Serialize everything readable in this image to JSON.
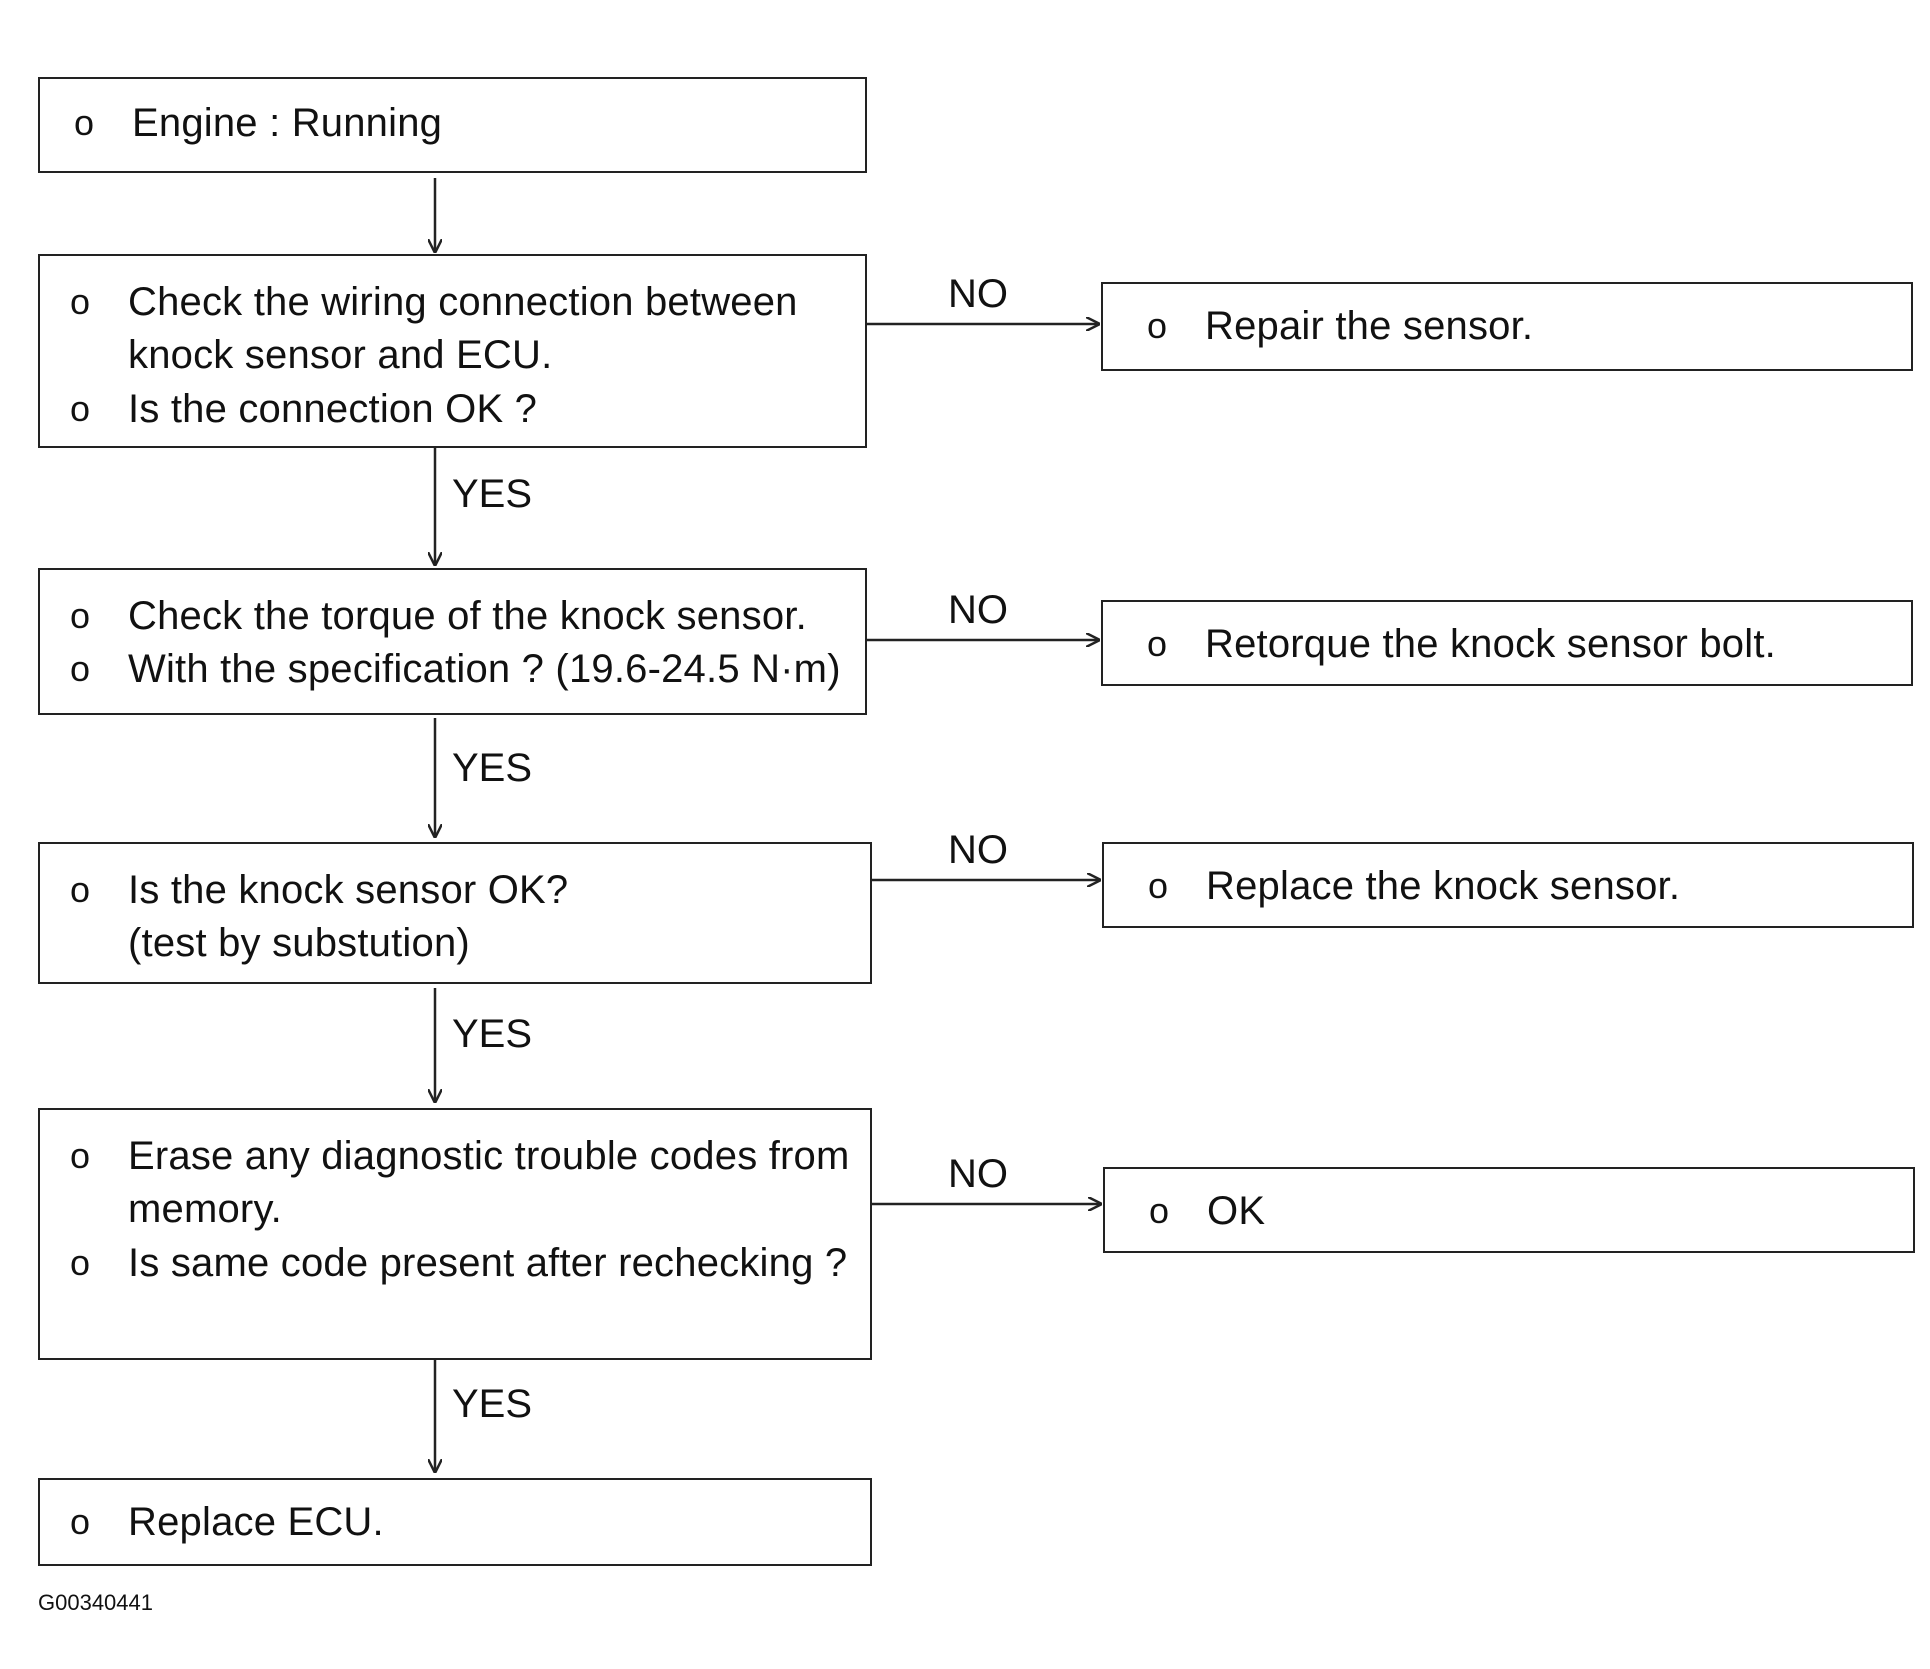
{
  "flowchart": {
    "start": {
      "lines": [
        "Engine : Running"
      ]
    },
    "steps": [
      {
        "lines": [
          "Check the wiring connection between",
          "knock sensor and ECU.",
          "Is the connection OK ?"
        ],
        "no_label": "NO",
        "yes_label": "YES",
        "no_action": {
          "lines": [
            "Repair the sensor."
          ]
        }
      },
      {
        "lines": [
          "Check the torque of the knock sensor.",
          "With the specification ? (19.6-24.5 N·m)"
        ],
        "no_label": "NO",
        "yes_label": "YES",
        "no_action": {
          "lines": [
            "Retorque the knock sensor bolt."
          ]
        }
      },
      {
        "lines": [
          "Is the knock sensor OK?",
          "(test by substution)"
        ],
        "no_label": "NO",
        "yes_label": "YES",
        "no_action": {
          "lines": [
            "Replace the knock sensor."
          ]
        }
      },
      {
        "lines": [
          "Erase any diagnostic trouble codes from",
          "memory.",
          "Is same code present after rechecking ?"
        ],
        "no_label": "NO",
        "yes_label": "YES",
        "no_action": {
          "lines": [
            "OK"
          ]
        }
      }
    ],
    "end": {
      "lines": [
        "Replace ECU."
      ]
    },
    "bullet": "o"
  },
  "figure_id": "G00340441"
}
